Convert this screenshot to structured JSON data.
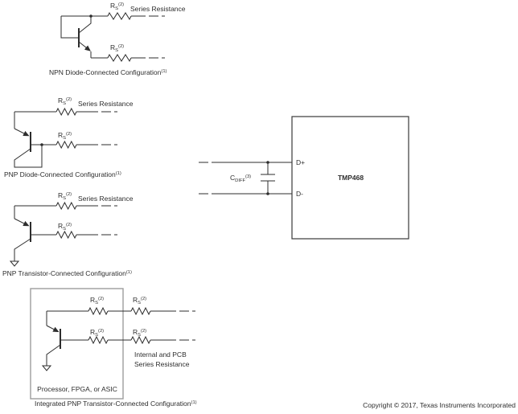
{
  "figure": {
    "rs_label": {
      "base": "R",
      "sub": "S",
      "sup": "(2)"
    },
    "cdiff_label": {
      "base": "C",
      "sub": "DIFF",
      "sup": "(3)"
    },
    "series_resistance": "Series Resistance",
    "configs": [
      {
        "caption": "NPN Diode-Connected Configuration",
        "note": "(1)"
      },
      {
        "caption": "PNP Diode-Connected Configuration",
        "note": "(1)"
      },
      {
        "caption": "PNP Transistor-Connected Configuration",
        "note": "(1)"
      },
      {
        "caption": "Integrated PNP Transistor-Connected Configuration",
        "note": "(1)"
      }
    ],
    "integrated": {
      "internal_pcb_line1": "Internal and PCB",
      "internal_pcb_line2": "Series Resistance",
      "box_label": "Processor, FPGA,  or ASIC"
    },
    "chip": {
      "name": "TMP468",
      "pin_plus": "D+",
      "pin_minus": "D-"
    },
    "copyright": "Copyright © 2017, Texas Instruments Incorporated",
    "colors": {
      "line": "#2d2d2d",
      "gray_box": "#9c9c9c",
      "background": "#ffffff"
    }
  }
}
